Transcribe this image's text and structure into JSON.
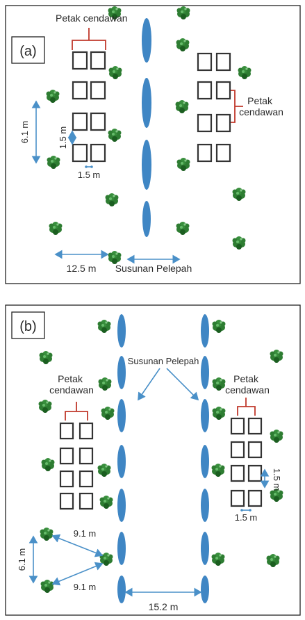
{
  "colors": {
    "frond": "#3f86c4",
    "tree": "#2e7d32",
    "bracket": "#c0392b",
    "dimension": "#4a90c8",
    "plot_border": "#333333"
  },
  "icons": {
    "tree": "tree-icon",
    "frond": "frond-icon"
  },
  "panel_a": {
    "tag": "(a)",
    "plots_label_left": "Petak cendawan",
    "plots_label_right_line1": "Petak",
    "plots_label_right_line2": "cendawan",
    "dim_vertical_tree": "6.1 m",
    "dim_plot_vertical": "1.5 m",
    "dim_plot_horizontal": "1.5 m",
    "dim_tree_row": "12.5 m",
    "frond_label": "Susunan Pelepah"
  },
  "panel_b": {
    "tag": "(b)",
    "plots_label_left_line1": "Petak",
    "plots_label_left_line2": "cendawan",
    "plots_label_right_line1": "Petak",
    "plots_label_right_line2": "cendawan",
    "frond_label": "Susunan Pelepah",
    "dim_plot_vertical": "1.5 m",
    "dim_plot_horizontal": "1.5 m",
    "dim_triangle_top": "9.1 m",
    "dim_triangle_bottom": "9.1 m",
    "dim_triangle_left": "6.1 m",
    "dim_frond_rows": "15.2 m"
  }
}
